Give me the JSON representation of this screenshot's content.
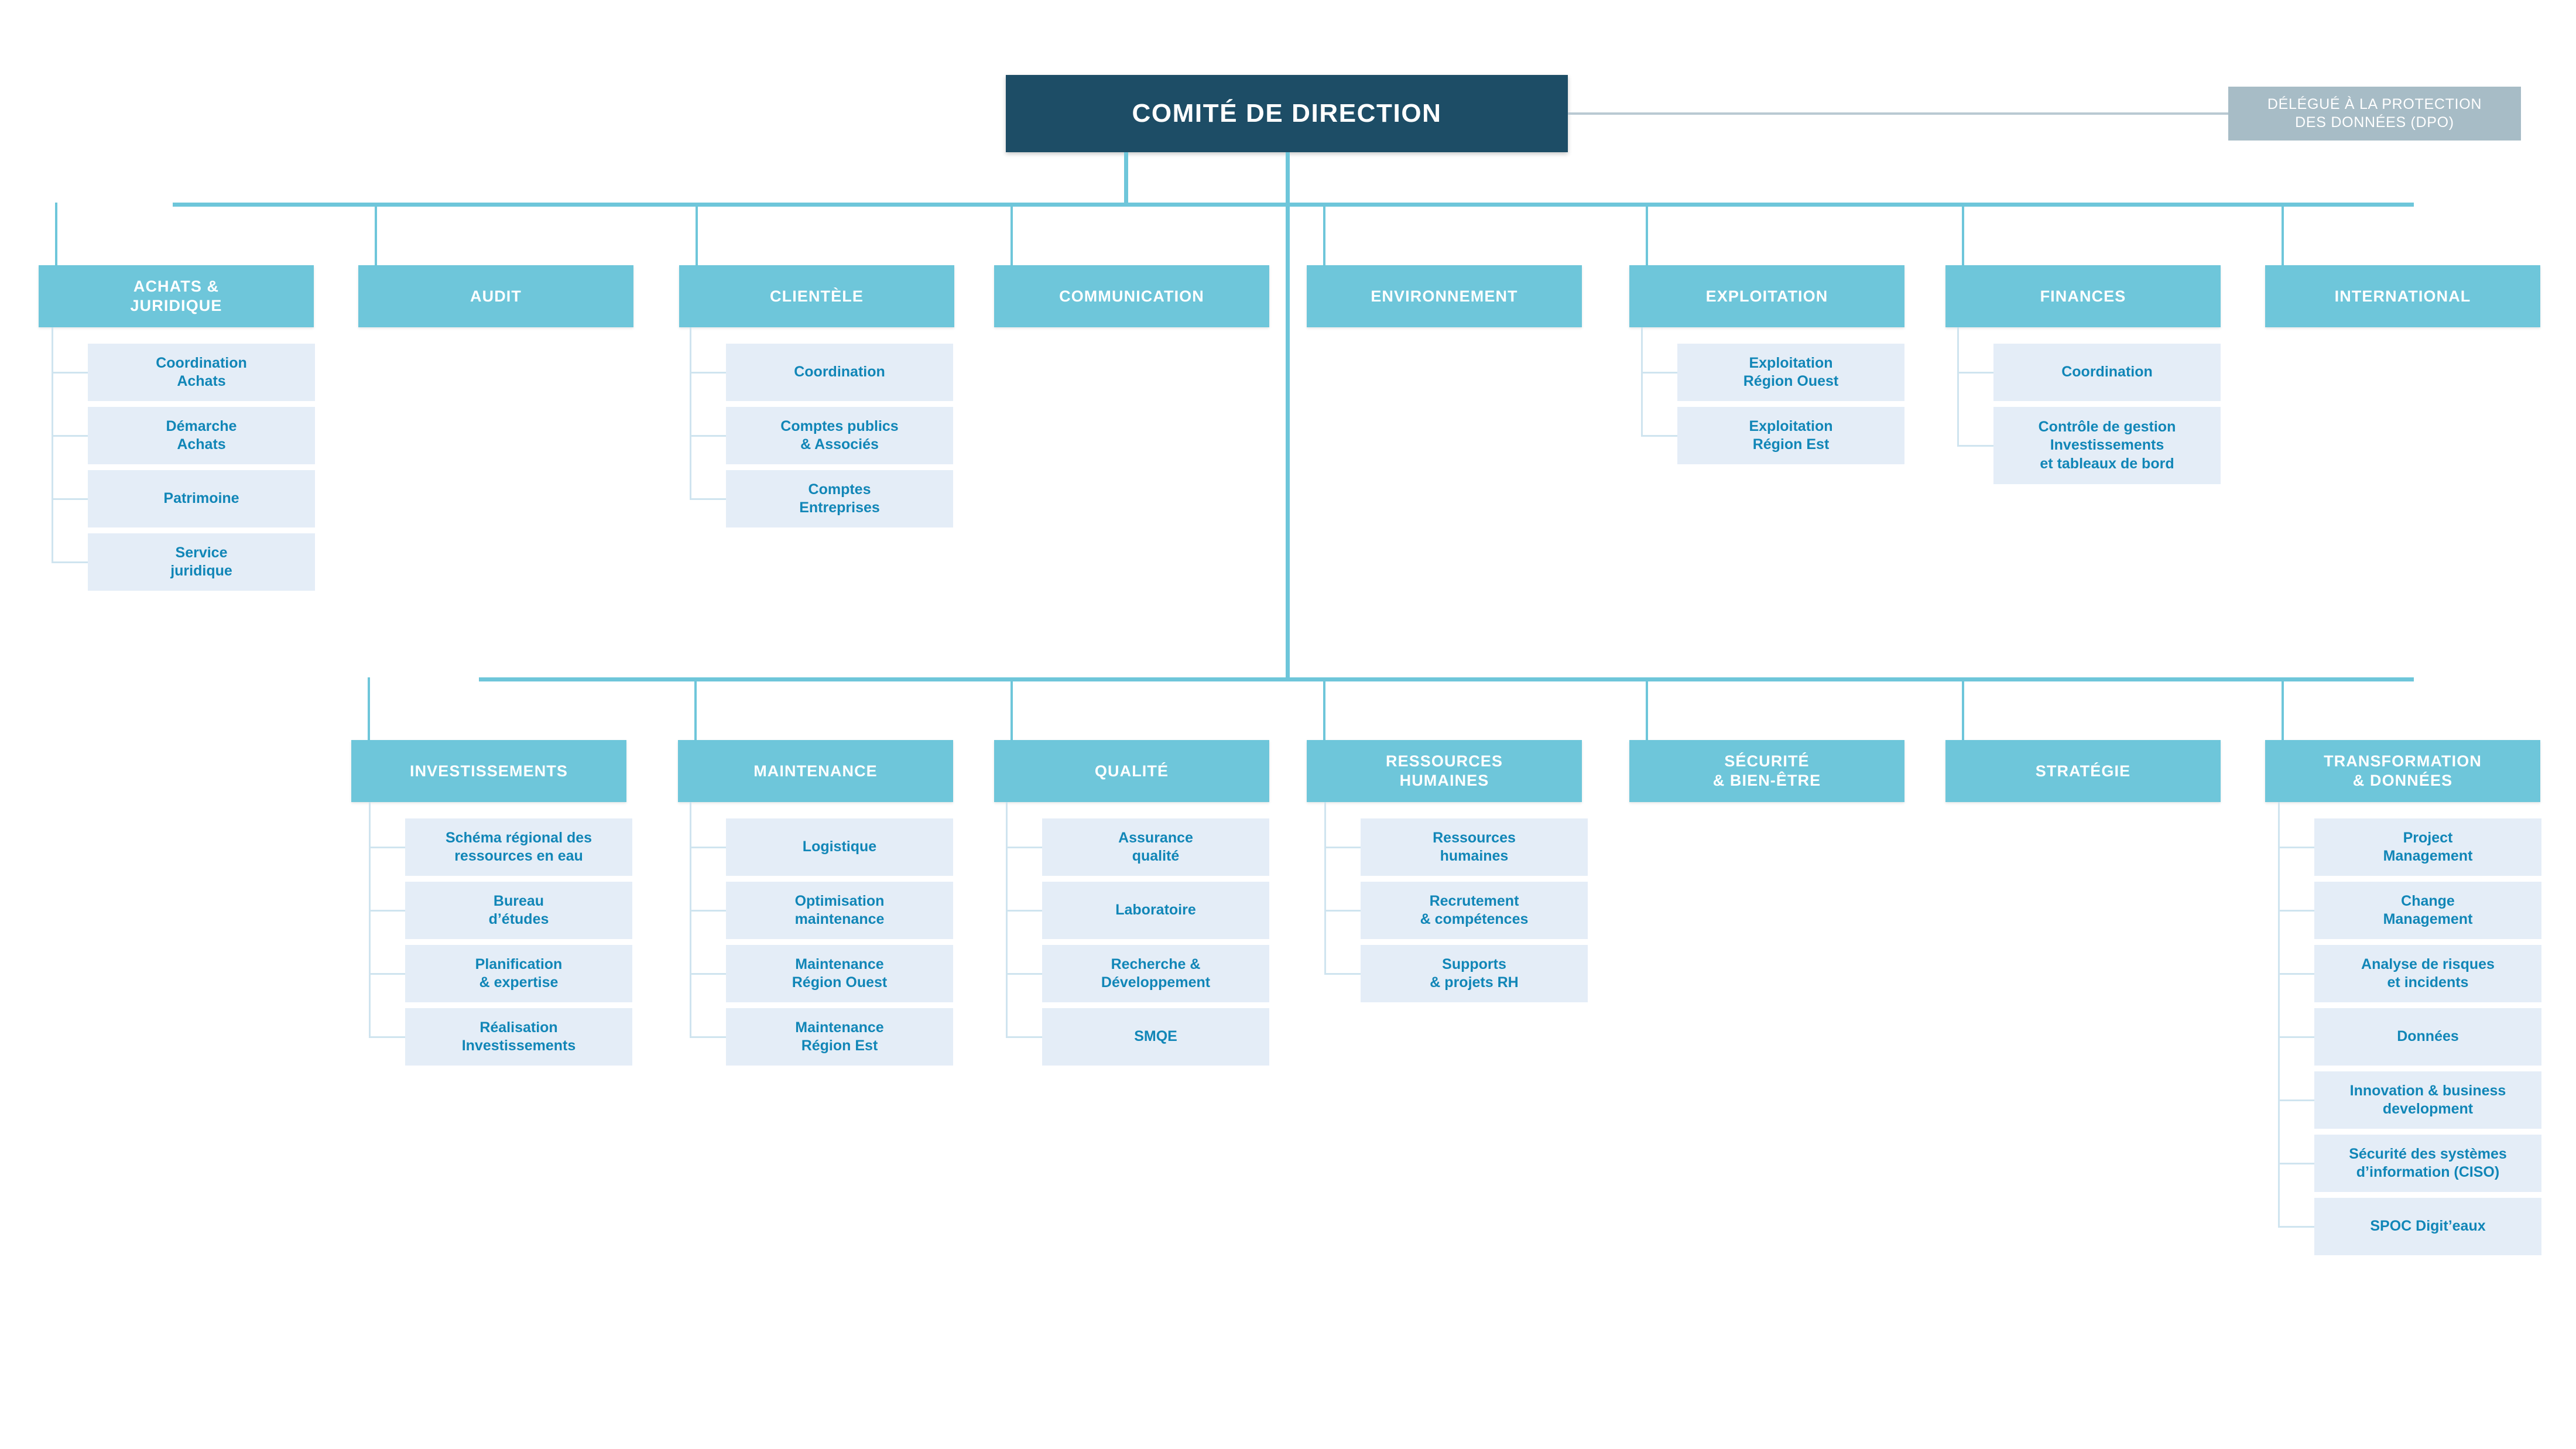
{
  "chart_data": {
    "type": "diagram",
    "title": "COMITÉ DE DIRECTION",
    "subtype": "organizational-chart"
  },
  "root": {
    "label": "COMITÉ DE DIRECTION"
  },
  "dpo": {
    "line1": "DÉLÉGUÉ À LA PROTECTION",
    "line2": "DES DONNÉES (DPO)"
  },
  "colors": {
    "root_bg": "#1d4d66",
    "header_bg": "#6ec6da",
    "sub_bg": "#e4edf7",
    "sub_text": "#1186b7",
    "dpo_bg": "#a7bcc6",
    "connector": "#6ec6da",
    "sub_connector": "#cfe4ef",
    "page_bg": "#ffffff"
  },
  "row1": [
    {
      "id": "achats-juridique",
      "title_line1": "ACHATS &",
      "title_line2": "JURIDIQUE",
      "children": [
        {
          "line1": "Coordination",
          "line2": "Achats"
        },
        {
          "line1": "Démarche",
          "line2": "Achats"
        },
        {
          "line1": "Patrimoine",
          "line2": ""
        },
        {
          "line1": "Service",
          "line2": "juridique"
        }
      ]
    },
    {
      "id": "audit",
      "title_line1": "AUDIT",
      "title_line2": "",
      "children": []
    },
    {
      "id": "clientele",
      "title_line1": "CLIENTÈLE",
      "title_line2": "",
      "children": [
        {
          "line1": "Coordination",
          "line2": ""
        },
        {
          "line1": "Comptes publics",
          "line2": "& Associés"
        },
        {
          "line1": "Comptes",
          "line2": "Entreprises"
        }
      ]
    },
    {
      "id": "communication",
      "title_line1": "COMMUNICATION",
      "title_line2": "",
      "children": []
    },
    {
      "id": "environnement",
      "title_line1": "ENVIRONNEMENT",
      "title_line2": "",
      "children": []
    },
    {
      "id": "exploitation",
      "title_line1": "EXPLOITATION",
      "title_line2": "",
      "children": [
        {
          "line1": "Exploitation",
          "line2": "Région Ouest"
        },
        {
          "line1": "Exploitation",
          "line2": "Région Est"
        }
      ]
    },
    {
      "id": "finances",
      "title_line1": "FINANCES",
      "title_line2": "",
      "children": [
        {
          "line1": "Coordination",
          "line2": ""
        },
        {
          "line1": "Contrôle de gestion",
          "line2": "Investissements",
          "line3": "et tableaux de bord"
        }
      ]
    },
    {
      "id": "international",
      "title_line1": "INTERNATIONAL",
      "title_line2": "",
      "children": []
    }
  ],
  "row2": [
    {
      "id": "investissements",
      "title_line1": "INVESTISSEMENTS",
      "title_line2": "",
      "children": [
        {
          "line1": "Schéma régional des",
          "line2": "ressources en eau"
        },
        {
          "line1": "Bureau",
          "line2": "d’études"
        },
        {
          "line1": "Planification",
          "line2": "& expertise"
        },
        {
          "line1": "Réalisation",
          "line2": "Investissements"
        }
      ]
    },
    {
      "id": "maintenance",
      "title_line1": "MAINTENANCE",
      "title_line2": "",
      "children": [
        {
          "line1": "Logistique",
          "line2": ""
        },
        {
          "line1": "Optimisation",
          "line2": "maintenance"
        },
        {
          "line1": "Maintenance",
          "line2": "Région Ouest"
        },
        {
          "line1": "Maintenance",
          "line2": "Région Est"
        }
      ]
    },
    {
      "id": "qualite",
      "title_line1": "QUALITÉ",
      "title_line2": "",
      "children": [
        {
          "line1": "Assurance",
          "line2": "qualité"
        },
        {
          "line1": "Laboratoire",
          "line2": ""
        },
        {
          "line1": "Recherche &",
          "line2": "Développement"
        },
        {
          "line1": "SMQE",
          "line2": ""
        }
      ]
    },
    {
      "id": "ressources-humaines",
      "title_line1": "RESSOURCES",
      "title_line2": "HUMAINES",
      "children": [
        {
          "line1": "Ressources",
          "line2": "humaines"
        },
        {
          "line1": "Recrutement",
          "line2": "& compétences"
        },
        {
          "line1": "Supports",
          "line2": "& projets RH"
        }
      ]
    },
    {
      "id": "securite-bien-etre",
      "title_line1": "SÉCURITÉ",
      "title_line2": "& BIEN-ÊTRE",
      "children": []
    },
    {
      "id": "strategie",
      "title_line1": "STRATÉGIE",
      "title_line2": "",
      "children": []
    },
    {
      "id": "transformation-donnees",
      "title_line1": "TRANSFORMATION",
      "title_line2": "& DONNÉES",
      "children": [
        {
          "line1": "Project",
          "line2": "Management"
        },
        {
          "line1": "Change",
          "line2": "Management"
        },
        {
          "line1": "Analyse de risques",
          "line2": "et incidents"
        },
        {
          "line1": "Données",
          "line2": ""
        },
        {
          "line1": "Innovation & business",
          "line2": "development"
        },
        {
          "line1": "Sécurité des systèmes",
          "line2": "d’information (CISO)"
        },
        {
          "line1": "SPOC Digit’eaux",
          "line2": ""
        }
      ]
    }
  ]
}
